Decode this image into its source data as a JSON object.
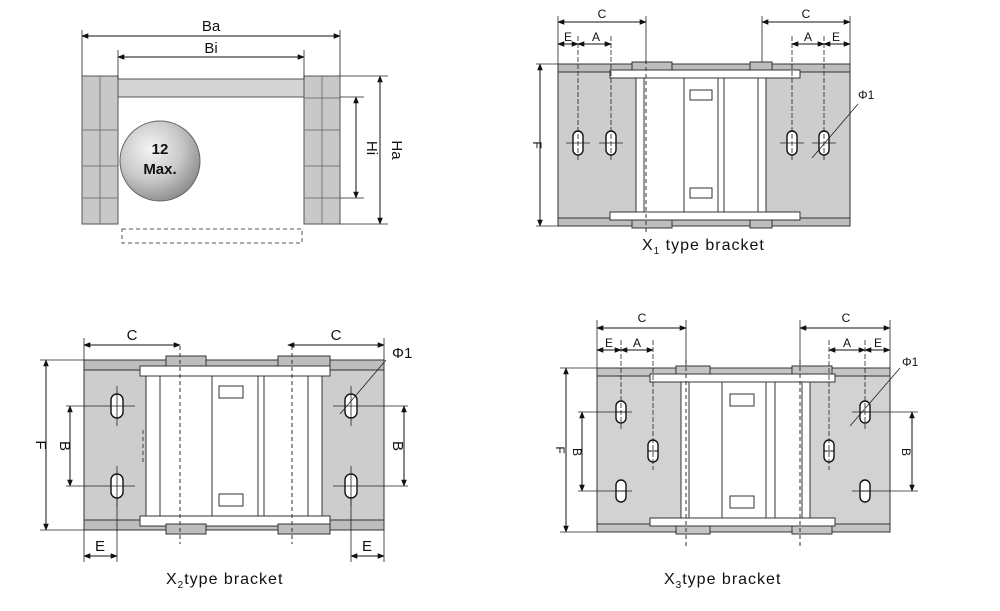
{
  "crosssection": {
    "ba": "Ba",
    "bi": "Bi",
    "ha": "Ha",
    "hi": "Hi",
    "ball_line1": "12",
    "ball_line2": "Max."
  },
  "x1": {
    "c_left": "C",
    "c_right": "C",
    "e_left": "E",
    "a_left": "A",
    "a_right": "A",
    "e_right": "E",
    "f": "F",
    "phi": "Φ1",
    "caption_x": "X",
    "caption_sub": "1",
    "caption_rest": " type bracket"
  },
  "x2": {
    "c_left": "C",
    "c_right": "C",
    "f": "F",
    "b_left": "B",
    "b_right": "B",
    "phi": "Φ1",
    "e_left": "E",
    "e_right": "E",
    "caption_x": "X",
    "caption_sub": "2",
    "caption_rest": "type bracket"
  },
  "x3": {
    "c_left": "C",
    "c_right": "C",
    "e_left": "E",
    "a_left": "A",
    "a_right": "A",
    "e_right": "E",
    "f": "F",
    "b_left": "B",
    "b_right": "B",
    "phi": "Φ1",
    "caption_x": "X",
    "caption_sub": "3",
    "caption_rest": "type bracket"
  }
}
